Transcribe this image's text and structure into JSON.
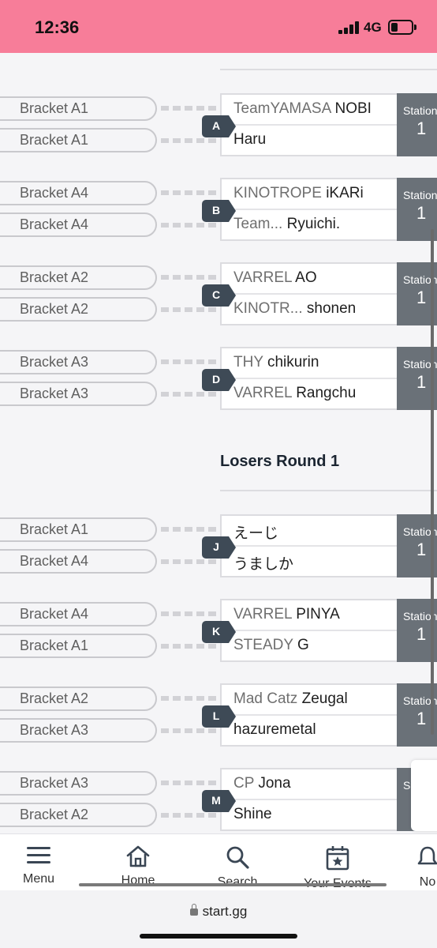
{
  "status_bar": {
    "time": "12:36",
    "network": "4G"
  },
  "winners_matches": [
    {
      "letter": "A",
      "pill_top": "Bracket A1",
      "pill_bottom": "Bracket A1",
      "p1_team": "TeamYAMASA",
      "p1_name": "NOBI",
      "p2_team": "",
      "p2_name": "Haru",
      "station_label": "Station",
      "station_num": "1"
    },
    {
      "letter": "B",
      "pill_top": "Bracket A4",
      "pill_bottom": "Bracket A4",
      "p1_team": "KINOTROPE",
      "p1_name": "iKARi",
      "p2_team": "Team...",
      "p2_name": "Ryuichi.",
      "station_label": "Station",
      "station_num": "1"
    },
    {
      "letter": "C",
      "pill_top": "Bracket A2",
      "pill_bottom": "Bracket A2",
      "p1_team": "VARREL",
      "p1_name": "AO",
      "p2_team": "KINOTR...",
      "p2_name": "shonen",
      "station_label": "Station",
      "station_num": "1"
    },
    {
      "letter": "D",
      "pill_top": "Bracket A3",
      "pill_bottom": "Bracket A3",
      "p1_team": "THY",
      "p1_name": "chikurin",
      "p2_team": "VARREL",
      "p2_name": "Rangchu",
      "station_label": "Station",
      "station_num": "1"
    }
  ],
  "losers_round_title": "Losers Round 1",
  "losers_matches": [
    {
      "letter": "J",
      "pill_top": "Bracket A1",
      "pill_bottom": "Bracket A4",
      "p1_team": "",
      "p1_name": "えーじ",
      "p2_team": "",
      "p2_name": "うましか",
      "station_label": "Station",
      "station_num": "1"
    },
    {
      "letter": "K",
      "pill_top": "Bracket A4",
      "pill_bottom": "Bracket A1",
      "p1_team": "VARREL",
      "p1_name": "PINYA",
      "p2_team": "STEADY",
      "p2_name": "G",
      "station_label": "Station",
      "station_num": "1"
    },
    {
      "letter": "L",
      "pill_top": "Bracket A2",
      "pill_bottom": "Bracket A3",
      "p1_team": "Mad Catz",
      "p1_name": "Zeugal",
      "p2_team": "",
      "p2_name": "hazuremetal",
      "station_label": "Station",
      "station_num": "1"
    },
    {
      "letter": "M",
      "pill_top": "Bracket A3",
      "pill_bottom": "Bracket A2",
      "p1_team": "CP",
      "p1_name": "Jona",
      "p2_team": "",
      "p2_name": "Shine",
      "station_label": "S",
      "station_num": ""
    }
  ],
  "nav": {
    "menu": "Menu",
    "home": "Home",
    "search": "Search",
    "events": "Your Events",
    "notifications": "No"
  },
  "url": "start.gg"
}
